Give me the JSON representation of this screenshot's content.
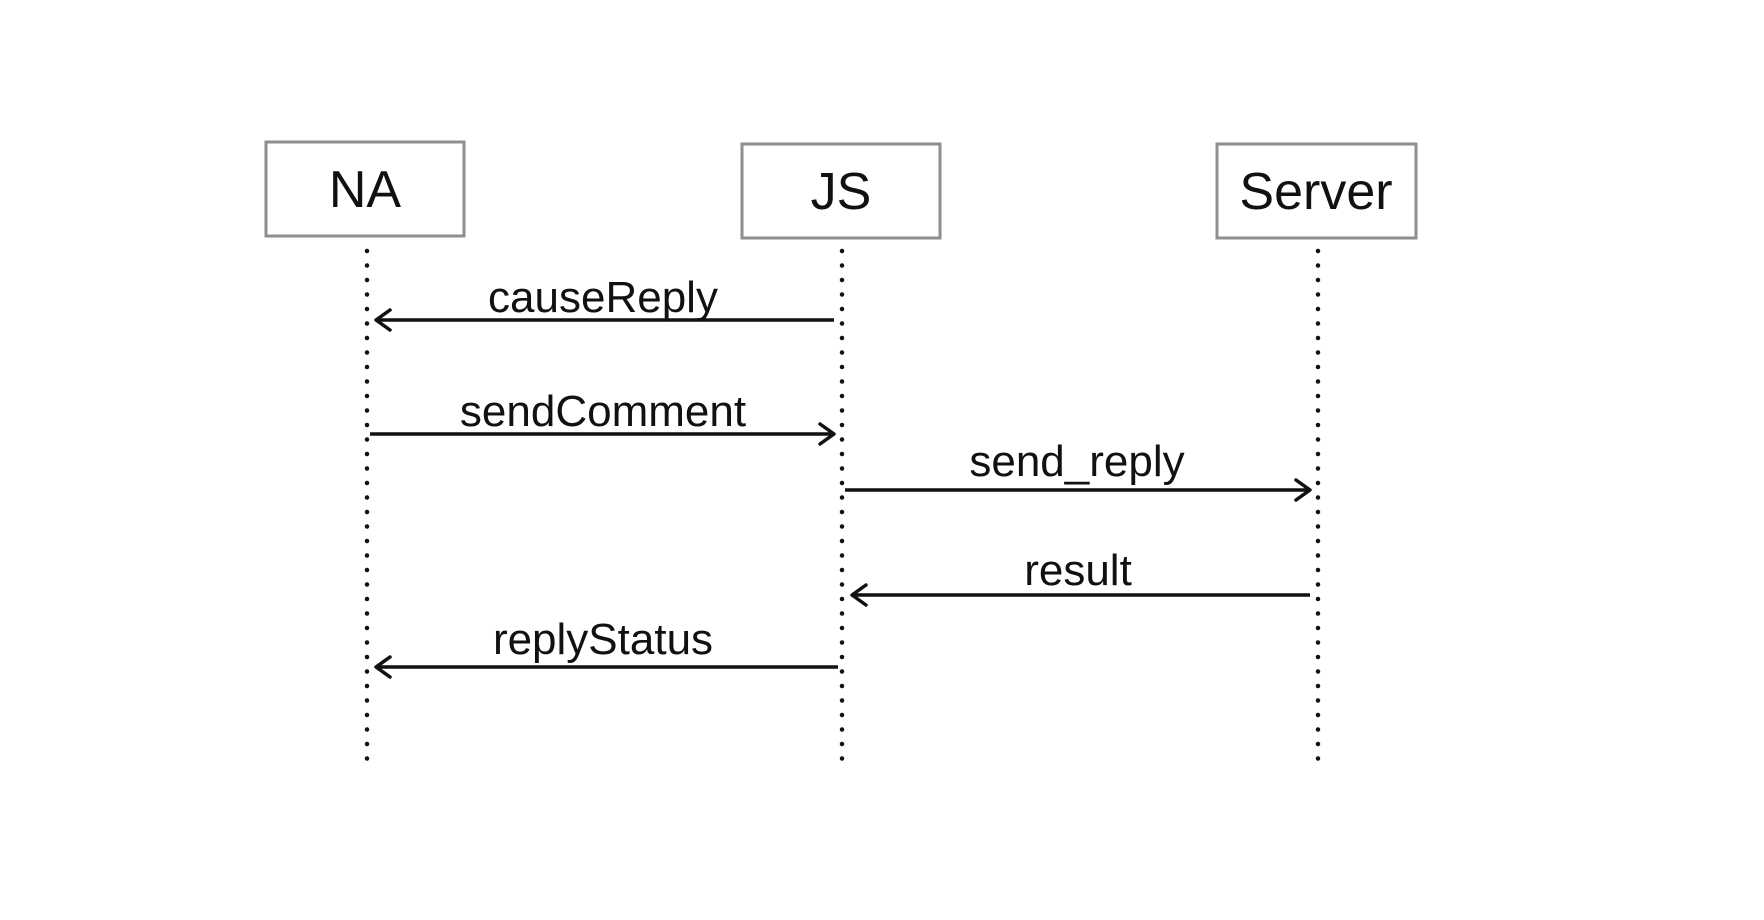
{
  "diagram": {
    "type": "sequence",
    "participants": [
      {
        "id": "na",
        "label": "NA"
      },
      {
        "id": "js",
        "label": "JS"
      },
      {
        "id": "server",
        "label": "Server"
      }
    ],
    "messages": [
      {
        "from": "js",
        "to": "na",
        "label": "causeReply"
      },
      {
        "from": "na",
        "to": "js",
        "label": "sendComment"
      },
      {
        "from": "js",
        "to": "server",
        "label": "send_reply"
      },
      {
        "from": "server",
        "to": "js",
        "label": "result"
      },
      {
        "from": "js",
        "to": "na",
        "label": "replyStatus"
      }
    ]
  }
}
